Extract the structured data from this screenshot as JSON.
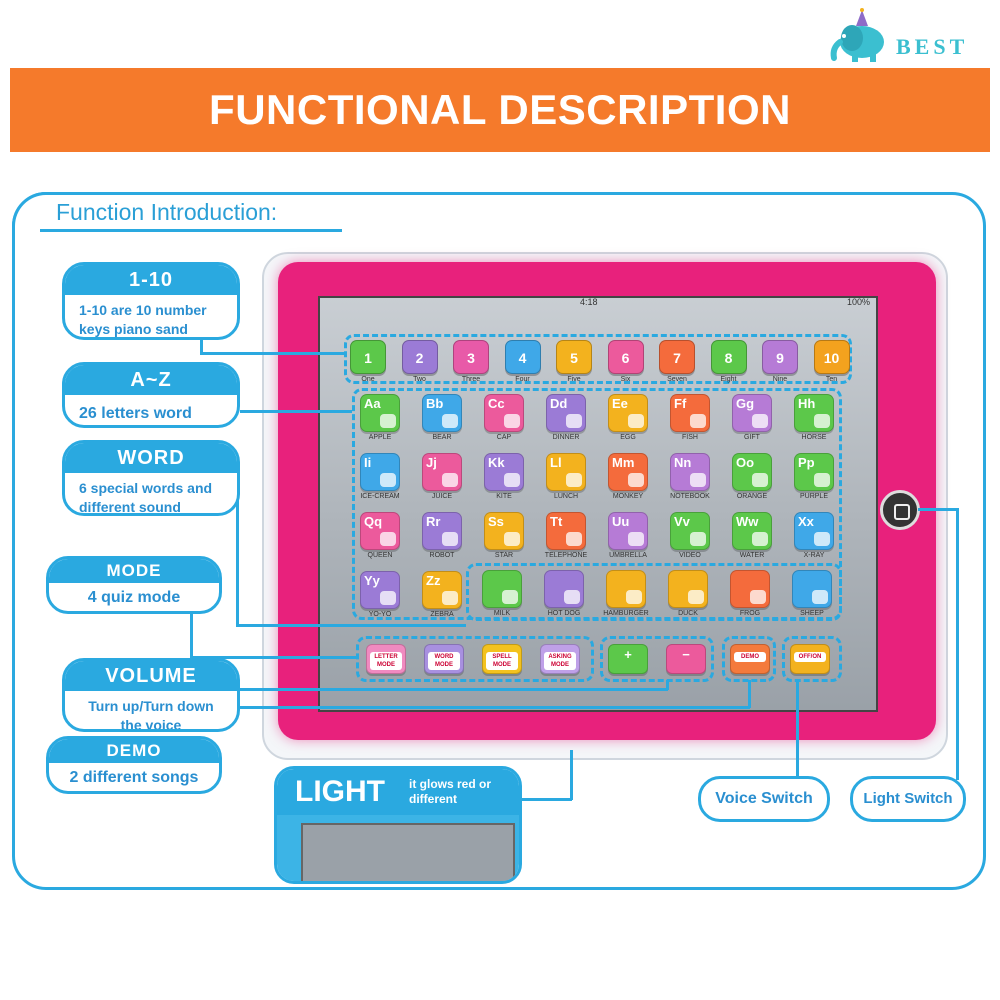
{
  "brand": {
    "name": "BEST",
    "icon": "elephant-icon"
  },
  "banner": {
    "title": "FUNCTIONAL DESCRIPTION",
    "color": "#f57a2b"
  },
  "section": {
    "title": "Function Introduction:"
  },
  "accent_color": "#2aa9e0",
  "tablet_color": "#e8217c",
  "callouts": {
    "numbers": {
      "title": "1-10",
      "text": "1-10 are 10 number keys piano sand"
    },
    "letters": {
      "title": "A~Z",
      "text": "26 letters word"
    },
    "word": {
      "title": "WORD",
      "text": "6 special words and different sound"
    },
    "mode": {
      "title": "MODE",
      "text": "4 quiz mode"
    },
    "volume": {
      "title": "VOLUME",
      "text": "Turn up/Turn down the voice"
    },
    "demo": {
      "title": "DEMO",
      "text": "2 different songs"
    },
    "light": {
      "title": "LIGHT",
      "text": "it glows red or different"
    },
    "voice_switch": "Voice Switch",
    "light_switch": "Light Switch"
  },
  "tablet": {
    "status_time": "4:18",
    "status_battery": "100%",
    "number_keys": [
      {
        "label": "1",
        "word": "One",
        "color": "#5cc84a"
      },
      {
        "label": "2",
        "word": "Two",
        "color": "#9b7bd6"
      },
      {
        "label": "3",
        "word": "Three",
        "color": "#e85aa8"
      },
      {
        "label": "4",
        "word": "Four",
        "color": "#3fa8e8"
      },
      {
        "label": "5",
        "word": "Five",
        "color": "#f3b21e"
      },
      {
        "label": "6",
        "word": "Six",
        "color": "#ec5a9c"
      },
      {
        "label": "7",
        "word": "Seven",
        "color": "#f46b3c"
      },
      {
        "label": "8",
        "word": "Eight",
        "color": "#5cc84a"
      },
      {
        "label": "9",
        "word": "Nine",
        "color": "#b67bd6"
      },
      {
        "label": "10",
        "word": "Ten",
        "color": "#f3a21e"
      }
    ],
    "letter_keys": [
      {
        "label": "Aa",
        "word": "APPLE"
      },
      {
        "label": "Bb",
        "word": "BEAR"
      },
      {
        "label": "Cc",
        "word": "CAP"
      },
      {
        "label": "Dd",
        "word": "DINNER"
      },
      {
        "label": "Ee",
        "word": "EGG"
      },
      {
        "label": "Ff",
        "word": "FISH"
      },
      {
        "label": "Gg",
        "word": "GIFT"
      },
      {
        "label": "Hh",
        "word": "HORSE"
      },
      {
        "label": "Ii",
        "word": "ICE-CREAM"
      },
      {
        "label": "Jj",
        "word": "JUICE"
      },
      {
        "label": "Kk",
        "word": "KITE"
      },
      {
        "label": "Ll",
        "word": "LUNCH"
      },
      {
        "label": "Mm",
        "word": "MONKEY"
      },
      {
        "label": "Nn",
        "word": "NOTEBOOK"
      },
      {
        "label": "Oo",
        "word": "ORANGE"
      },
      {
        "label": "Pp",
        "word": "PURPLE"
      },
      {
        "label": "Qq",
        "word": "QUEEN"
      },
      {
        "label": "Rr",
        "word": "ROBOT"
      },
      {
        "label": "Ss",
        "word": "STAR"
      },
      {
        "label": "Tt",
        "word": "TELEPHONE"
      },
      {
        "label": "Uu",
        "word": "UMBRELLA"
      },
      {
        "label": "Vv",
        "word": "VIDEO"
      },
      {
        "label": "Ww",
        "word": "WATER"
      },
      {
        "label": "Xx",
        "word": "X-RAY"
      },
      {
        "label": "Yy",
        "word": "YO-YO"
      },
      {
        "label": "Zz",
        "word": "ZEBRA"
      }
    ],
    "word_keys": [
      {
        "word": "MILK"
      },
      {
        "word": "HOT DOG"
      },
      {
        "word": "HAMBURGER"
      },
      {
        "word": "DUCK"
      },
      {
        "word": "FROG"
      },
      {
        "word": "SHEEP"
      }
    ],
    "mode_keys": [
      {
        "label": "LETTER MODE",
        "color": "#f08ac0"
      },
      {
        "label": "WORD MODE",
        "color": "#a890e0"
      },
      {
        "label": "SPELL MODE",
        "color": "#f3c21e"
      },
      {
        "label": "ASKING MODE",
        "color": "#bfa0e8"
      }
    ],
    "volume_keys": [
      {
        "label": "+",
        "color": "#5cc84a"
      },
      {
        "label": "−",
        "color": "#ec5a9c"
      }
    ],
    "demo_key": {
      "label": "DEMO",
      "color": "#f47a3c"
    },
    "power_key": {
      "label": "OFF/ON",
      "color": "#f3b21e"
    }
  }
}
